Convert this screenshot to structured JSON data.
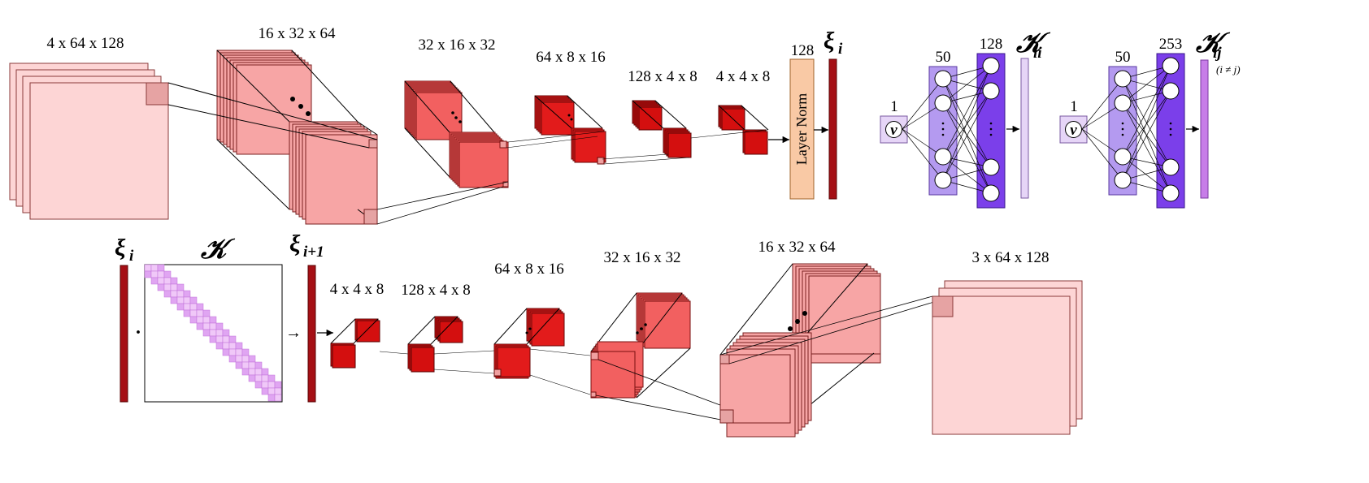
{
  "encoder": {
    "dims": [
      "4 x 64 x 128",
      "16 x 32 x 64",
      "32 x 16 x 32",
      "64 x 8 x 16",
      "128 x 4 x 8",
      "4 x 4 x 8"
    ],
    "layer_norm": {
      "size": "128",
      "label": "Layer Norm"
    },
    "xi_symbol": "ξ",
    "xi_sub": "i"
  },
  "mlp_kii": {
    "input_size": "1",
    "hidden_size": "50",
    "output_layer_size": "128",
    "nu_symbol": "ν",
    "out_symbol": "𝒦",
    "out_sub": "ii"
  },
  "mlp_kij": {
    "input_size": "1",
    "hidden_size": "50",
    "output_layer_size": "253",
    "nu_symbol": "ν",
    "out_symbol": "𝒦",
    "out_sub": "ij",
    "condition": "(i ≠ j)"
  },
  "propagation": {
    "xi_symbol": "ξ",
    "xi_sub": "i",
    "k_symbol": "𝒦",
    "xi_next_symbol": "ξ",
    "xi_next_sub": "i+1",
    "dot": "·",
    "arrow": "→"
  },
  "decoder": {
    "dims": [
      "4 x 4 x 8",
      "128 x 4 x 8",
      "64 x 8 x 16",
      "32 x 16 x 32",
      "16 x 32 x 64",
      "3 x 64 x 128"
    ]
  },
  "colors": {
    "pale_pink": "#fdd5d5",
    "pink": "#f7a0a0",
    "salmon": "#f26060",
    "red": "#e21b1b",
    "deep_red": "#d40f0f",
    "dark_red": "#a50f15",
    "layer_norm_fill": "#f9c9a5",
    "lavender": "#e6d5f7",
    "light_purple": "#b49af0",
    "purple": "#7b3fea",
    "violet": "#c77de8",
    "kernel_fill": "#e0a5f2"
  }
}
